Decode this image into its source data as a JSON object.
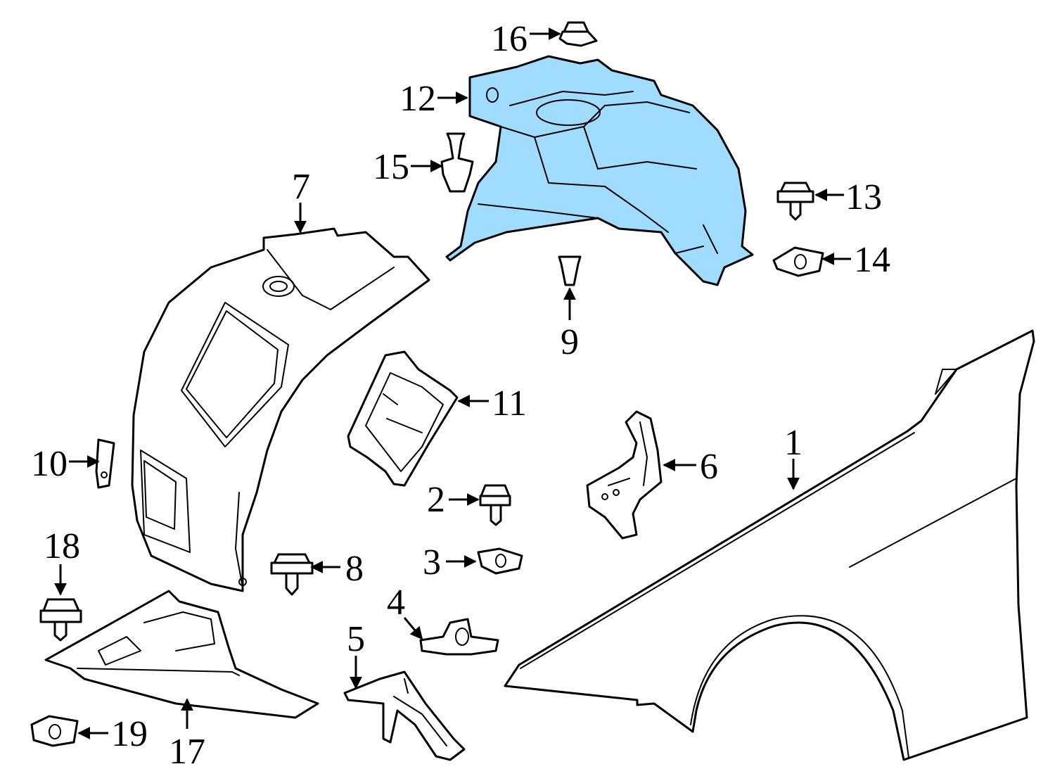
{
  "highlight_color": "#9fdcff",
  "callouts": {
    "c1": "1",
    "c2": "2",
    "c3": "3",
    "c4": "4",
    "c5": "5",
    "c6": "6",
    "c7": "7",
    "c8": "8",
    "c9": "9",
    "c10": "10",
    "c11": "11",
    "c12": "12",
    "c13": "13",
    "c14": "14",
    "c15": "15",
    "c16": "16",
    "c17": "17",
    "c18": "18",
    "c19": "19"
  }
}
